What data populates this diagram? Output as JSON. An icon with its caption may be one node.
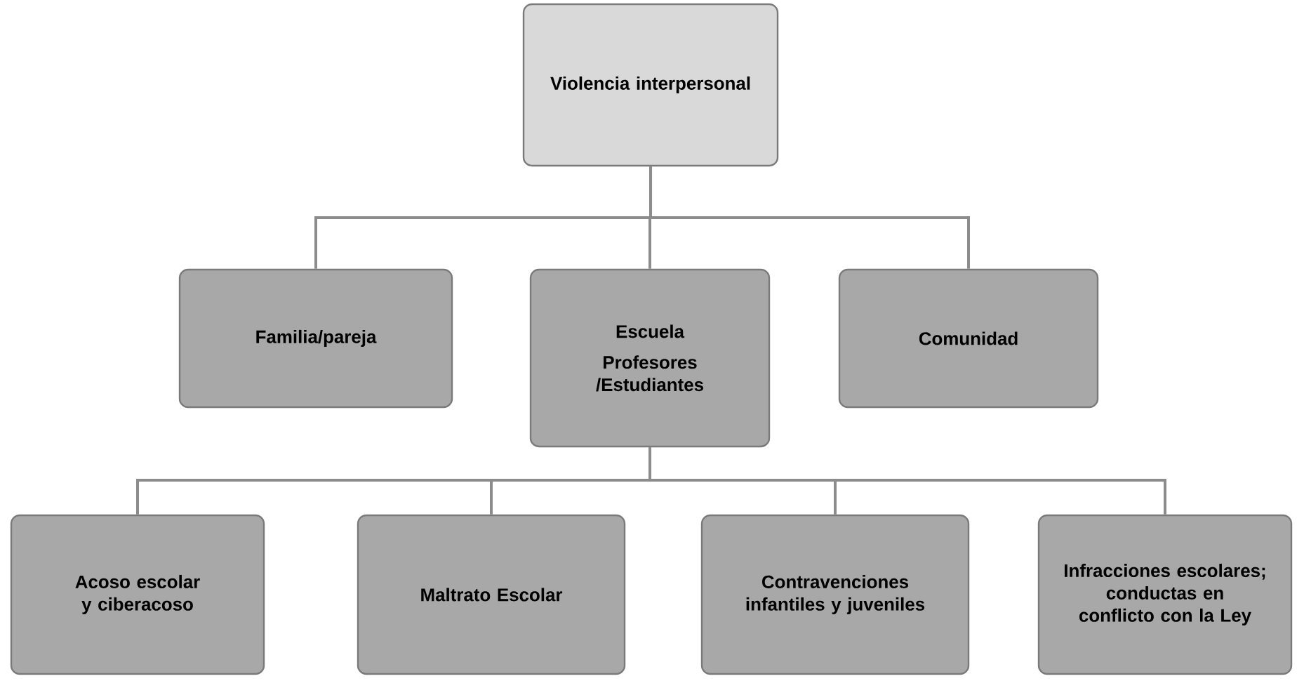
{
  "diagram": {
    "nodes": [
      {
        "text": [
          "Violencia interpersonal"
        ]
      },
      {
        "text": [
          "Familia/pareja"
        ]
      },
      {
        "text": [
          "Escuela",
          "Profesores /Estudiantes"
        ]
      },
      {
        "text": [
          "Comunidad"
        ]
      },
      {
        "text": [
          "Acoso escolar y ciberacoso"
        ]
      },
      {
        "text": [
          "Maltrato Escolar"
        ]
      },
      {
        "text": [
          "Contravenciones infantiles y juveniles"
        ]
      },
      {
        "text": [
          "Infracciones escolares; conductas en conflicto con la Ley"
        ]
      }
    ],
    "edges": [
      {
        "from": 0,
        "to": 1,
        "arrow": "none"
      },
      {
        "from": 0,
        "to": 2,
        "arrow": "none"
      },
      {
        "from": 0,
        "to": 3,
        "arrow": "none"
      },
      {
        "from": 2,
        "to": 4,
        "arrow": "none"
      },
      {
        "from": 2,
        "to": 5,
        "arrow": "none"
      },
      {
        "from": 2,
        "to": 6,
        "arrow": "none"
      },
      {
        "from": 2,
        "to": 7,
        "arrow": "none"
      }
    ]
  }
}
